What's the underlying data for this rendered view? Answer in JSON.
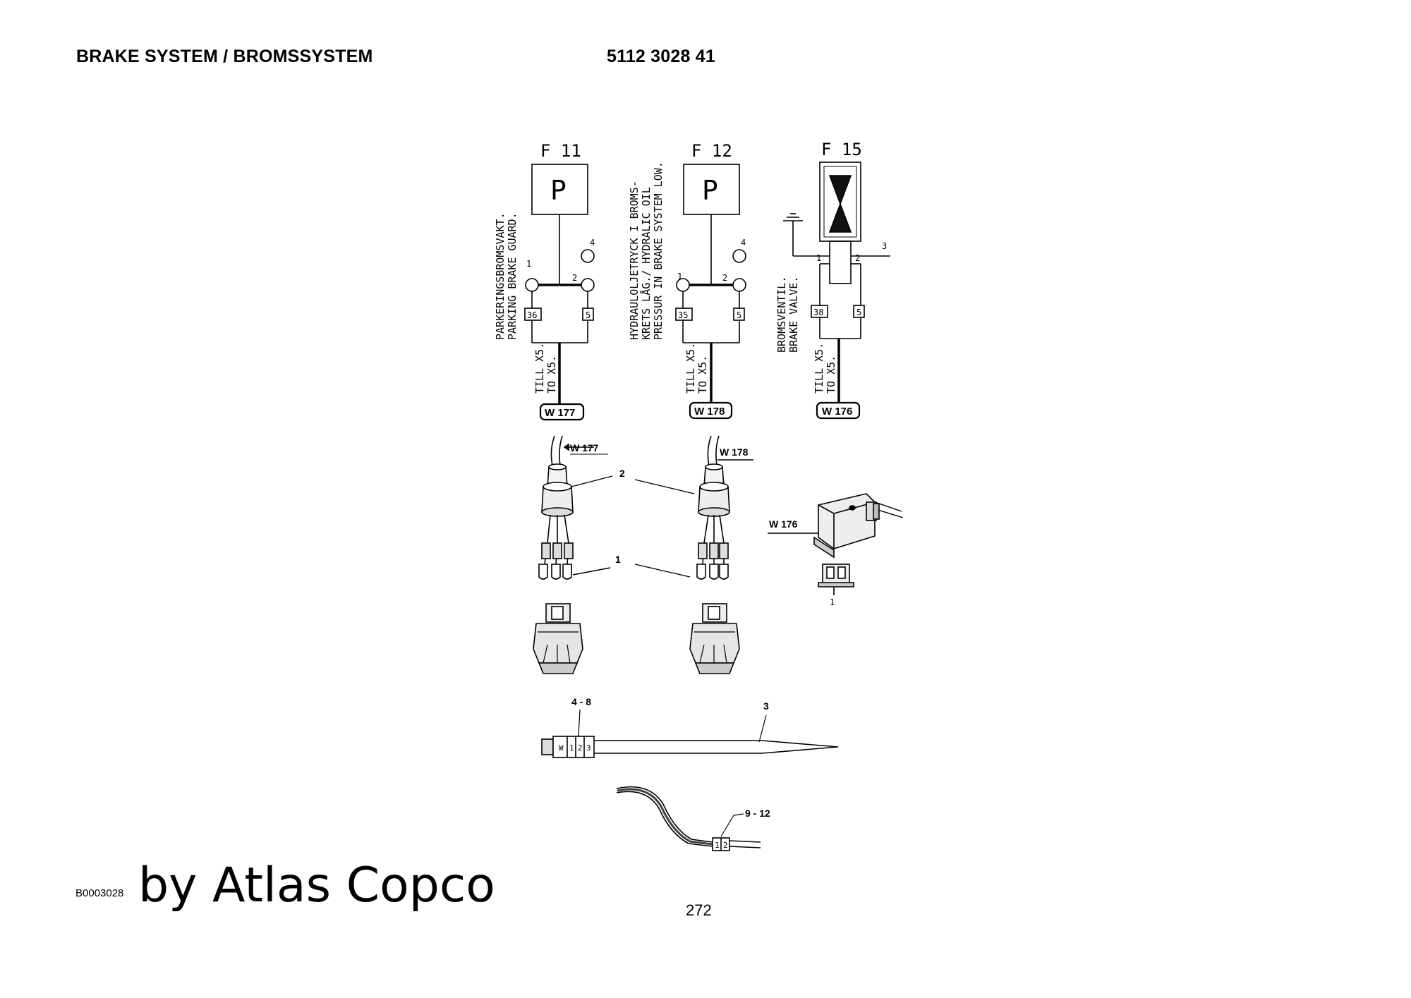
{
  "header": {
    "title": "BRAKE SYSTEM / BROMSSYSTEM",
    "part_number": "5112 3028 41"
  },
  "units": [
    {
      "id": "F 11",
      "symbol": "P",
      "description_sv": "PARKERINGSBROMSVAKT.",
      "description_en": "PARKING BRAKE GUARD.",
      "pins": [
        "1",
        "2",
        "4"
      ],
      "terminals": [
        "36",
        "5"
      ],
      "route_sv": "TILL X5.",
      "route_en": "TO X5.",
      "cable": "W 177"
    },
    {
      "id": "F 12",
      "symbol": "P",
      "description_lines": [
        "HYDRAULOLJETRYCK I BROMS-",
        "KRETS LÅG./ HYDRALIC OIL",
        "PRESSUR IN BRAKE SYSTEM LOW."
      ],
      "pins": [
        "1",
        "2",
        "4"
      ],
      "terminals": [
        "35",
        "5"
      ],
      "route_sv": "TILL X5.",
      "route_en": "TO X5.",
      "cable": "W 178"
    },
    {
      "id": "F 15",
      "symbol": "valve",
      "description_sv": "BROMSVENTIL.",
      "description_en": "BRAKE VALVE.",
      "pins": [
        "1",
        "2",
        "3"
      ],
      "terminals": [
        "38",
        "5"
      ],
      "route_sv": "TILL X5.",
      "route_en": "TO X5.",
      "cable": "W 176"
    }
  ],
  "callouts": {
    "w177": "W 177",
    "w178": "W 178",
    "w176": "W 176",
    "item2": "2",
    "item1": "1",
    "item1_small": "1",
    "item48": "4 - 8",
    "item3": "3",
    "item912": "9 - 12",
    "marker_chars": [
      "W",
      "1",
      "2",
      "3"
    ],
    "sleeve_chars": [
      "1",
      "2"
    ]
  },
  "footer": {
    "code": "B0003028",
    "brand": "by Atlas Copco",
    "page": "272"
  }
}
